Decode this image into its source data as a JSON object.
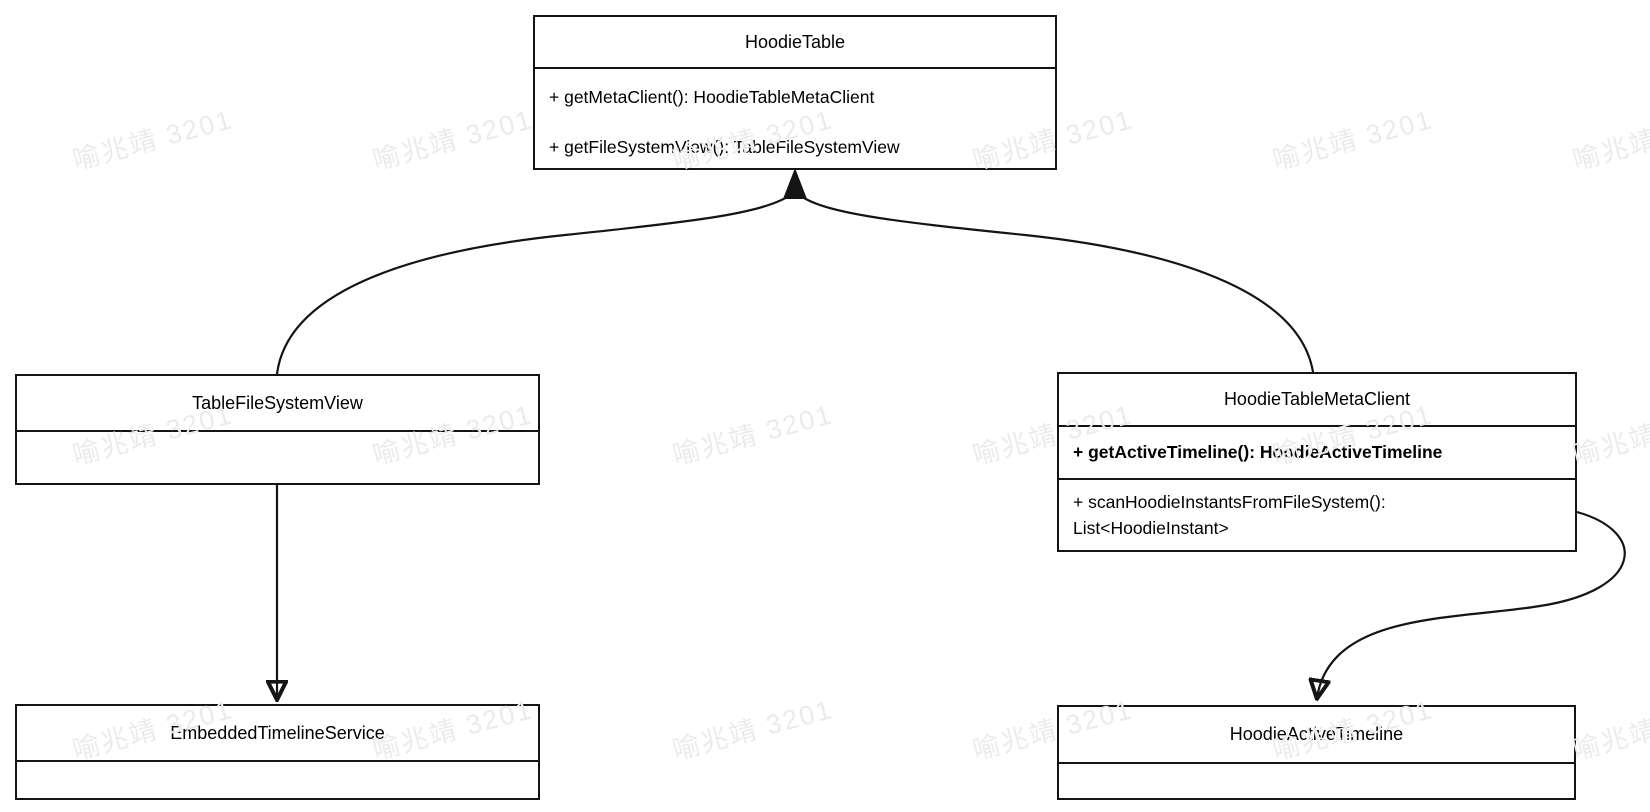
{
  "canvas": {
    "background": "#ffffff",
    "stroke_color": "#141414",
    "text_color": "#000000"
  },
  "watermark": {
    "text": "喻兆靖 3201",
    "color": "#ebebeb"
  },
  "classes": [
    {
      "name": "HoodieTable",
      "members": [
        "+ getMetaClient(): HoodieTableMetaClient",
        "+ getFileSystemView(): TableFileSystemView"
      ]
    },
    {
      "name": "TableFileSystemView",
      "members": []
    },
    {
      "name": "HoodieTableMetaClient",
      "members": [
        "+ getActiveTimeline(): HoodieActiveTimeline",
        "+ scanHoodieInstantsFromFileSystem(): List<HoodieInstant>"
      ]
    },
    {
      "name": "EmbeddedTimelineService",
      "members": []
    },
    {
      "name": "HoodieActiveTimeline",
      "members": []
    }
  ],
  "relations": [
    {
      "from": "TableFileSystemView",
      "to": "HoodieTable"
    },
    {
      "from": "HoodieTableMetaClient",
      "to": "HoodieTable"
    },
    {
      "from": "TableFileSystemView",
      "to": "EmbeddedTimelineService"
    },
    {
      "from": "HoodieTableMetaClient",
      "to": "HoodieActiveTimeline"
    }
  ]
}
